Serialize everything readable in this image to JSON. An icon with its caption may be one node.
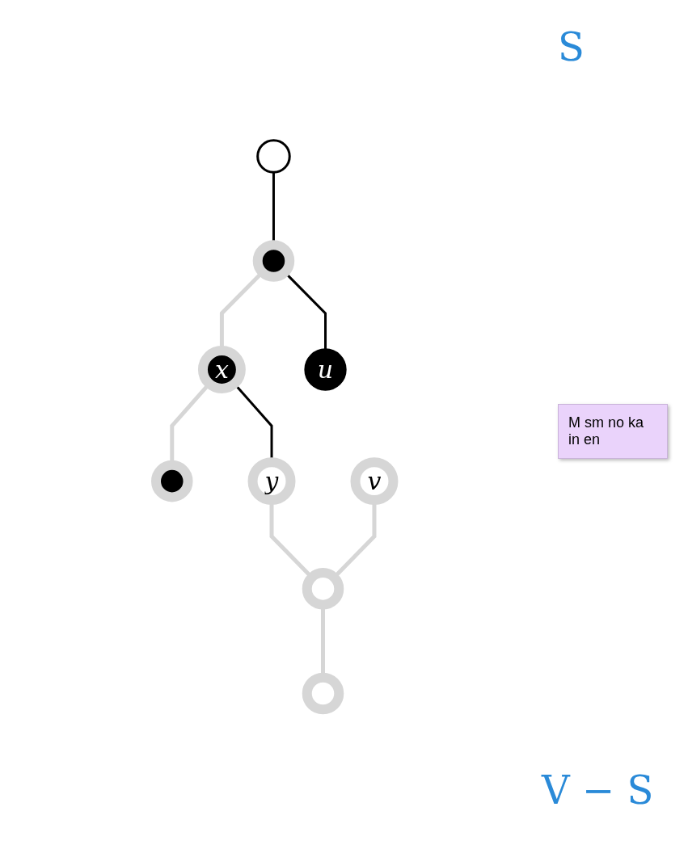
{
  "diagram": {
    "nodes": [
      {
        "text": [],
        "shape": "circle"
      },
      {
        "text": [],
        "shape": "circle"
      },
      {
        "text": [
          "x"
        ]
      },
      {
        "text": [],
        "shape": "circle"
      },
      {
        "text": [
          "u"
        ]
      },
      {
        "text": [
          "y"
        ]
      },
      {
        "text": [
          "v"
        ]
      },
      {
        "text": [],
        "shape": "circle"
      },
      {
        "text": [],
        "shape": "circle"
      }
    ],
    "edges": [
      {
        "from": 0,
        "to": 1,
        "arrow": "none",
        "color": "#000000"
      },
      {
        "from": 1,
        "to": 2,
        "arrow": "none",
        "color": "#d6d6d6"
      },
      {
        "from": 2,
        "to": 3,
        "arrow": "none",
        "color": "#d6d6d6"
      },
      {
        "from": 1,
        "to": 4,
        "arrow": "none",
        "color": "#000000"
      },
      {
        "from": 2,
        "to": 5,
        "arrow": "none",
        "color": "#000000"
      },
      {
        "from": 5,
        "to": 7,
        "arrow": "none",
        "color": "#d6d6d6"
      },
      {
        "from": 6,
        "to": 7,
        "arrow": "none",
        "color": "#d6d6d6"
      },
      {
        "from": 7,
        "to": 8,
        "arrow": "none",
        "color": "#d6d6d6"
      }
    ],
    "labels": [
      "S",
      "M sm no ka in en",
      "V − S"
    ]
  }
}
